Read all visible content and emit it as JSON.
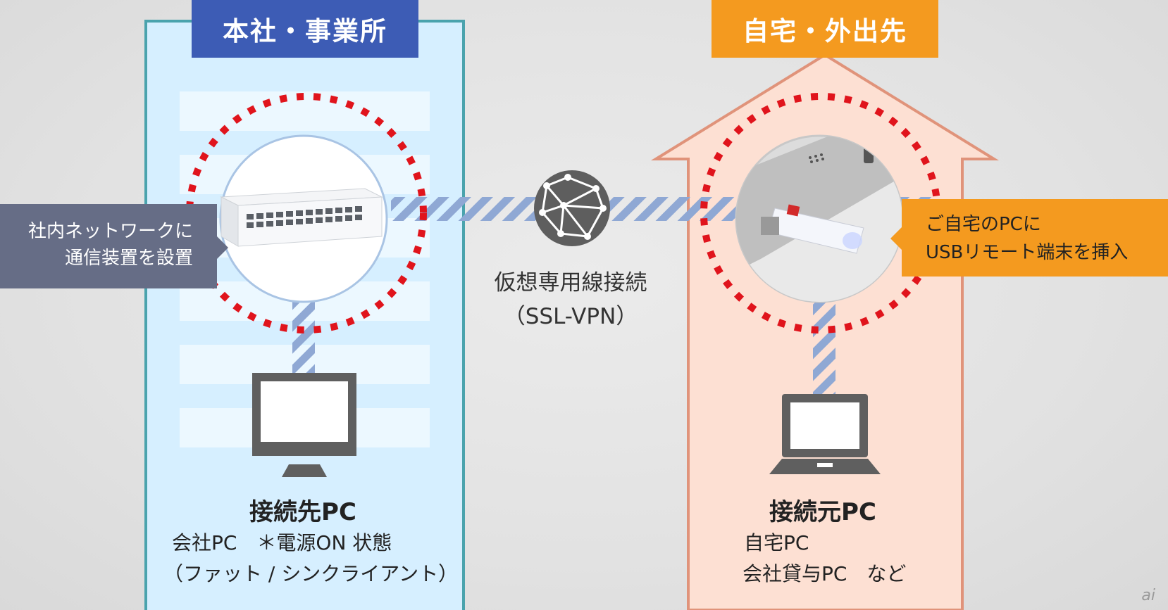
{
  "office": {
    "title": "本社・事業所",
    "callout_line1": "社内ネットワークに",
    "callout_line2": "通信装置を設置",
    "pc_heading": "接続先PC",
    "pc_line1": "会社PC　＊電源ON 状態",
    "pc_line2": "（ファット / シンクライアント）"
  },
  "home": {
    "title": "自宅・外出先",
    "callout_line1": "ご自宅のPCに",
    "callout_line2": "USBリモート端末を挿入",
    "pc_heading": "接続元PC",
    "pc_line1": "自宅PC",
    "pc_line2": "会社貸与PC　など"
  },
  "vpn": {
    "label_line1": "仮想専用線接続",
    "label_line2": "（SSL-VPN）"
  },
  "watermark": "ai",
  "colors": {
    "office_bg": "#d6efff",
    "office_border": "#4aa3ad",
    "office_title": "#3d5cb5",
    "home_bg": "#fde0d3",
    "home_border": "#e0937a",
    "home_title": "#f49a1f",
    "dotted_circle": "#e0141c",
    "connection_stripe": "#8fa8d4"
  }
}
